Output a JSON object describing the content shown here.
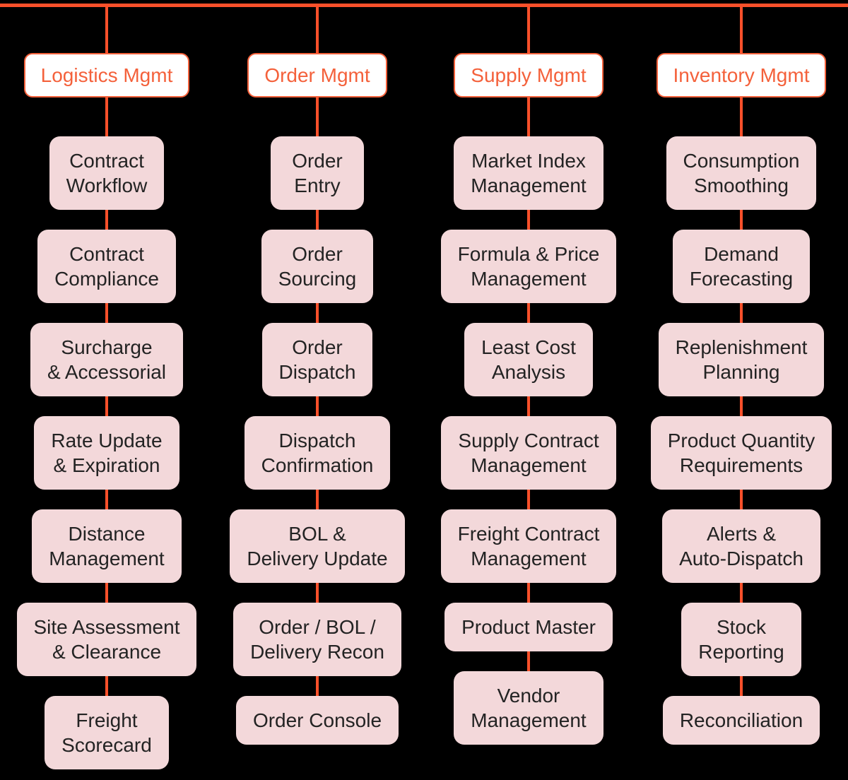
{
  "diagram": {
    "colors": {
      "background": "#000000",
      "connector_line": "#f9502a",
      "header_border_and_text": "#f4613b",
      "header_fill": "#ffffff",
      "node_fill": "#f3d8da",
      "node_text": "#232323"
    },
    "columns": [
      {
        "header": "Logistics Mgmt",
        "items": [
          "Contract\nWorkflow",
          "Contract\nCompliance",
          "Surcharge\n& Accessorial",
          "Rate Update\n& Expiration",
          "Distance\nManagement",
          "Site Assessment\n& Clearance",
          "Freight\nScorecard"
        ]
      },
      {
        "header": "Order Mgmt",
        "items": [
          "Order\nEntry",
          "Order\nSourcing",
          "Order\nDispatch",
          "Dispatch\nConfirmation",
          "BOL &\nDelivery Update",
          "Order / BOL /\nDelivery Recon",
          "Order Console"
        ]
      },
      {
        "header": "Supply Mgmt",
        "items": [
          "Market Index\nManagement",
          "Formula & Price\nManagement",
          "Least Cost\nAnalysis",
          "Supply Contract\nManagement",
          "Freight Contract\nManagement",
          "Product Master",
          "Vendor\nManagement"
        ]
      },
      {
        "header": "Inventory Mgmt",
        "items": [
          "Consumption\nSmoothing",
          "Demand\nForecasting",
          "Replenishment\nPlanning",
          "Product Quantity\nRequirements",
          "Alerts &\nAuto-Dispatch",
          "Stock\nReporting",
          "Reconciliation"
        ]
      }
    ]
  }
}
